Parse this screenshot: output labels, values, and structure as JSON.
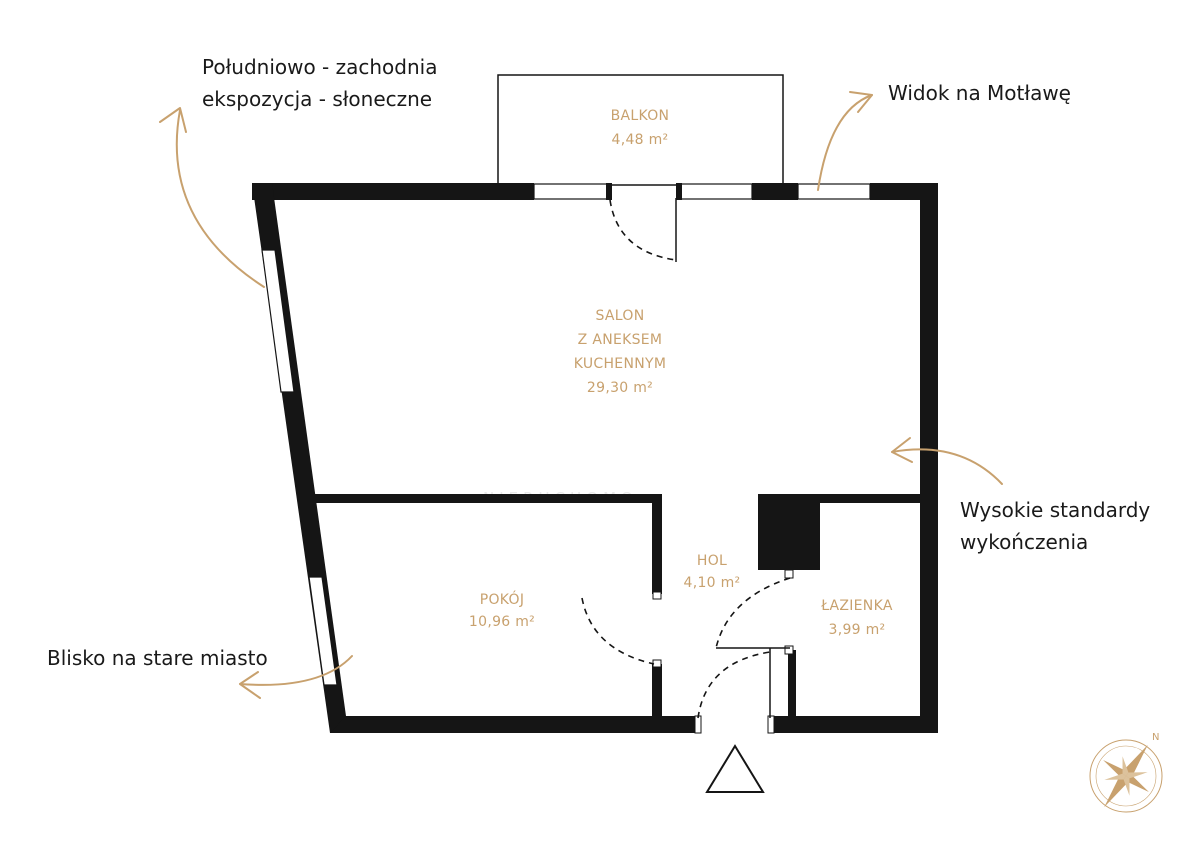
{
  "annotations": {
    "exposure_line1": "Południowo - zachodnia",
    "exposure_line2": "ekspozycja - słoneczne",
    "view": "Widok na Motławę",
    "standards_line1": "Wysokie standardy",
    "standards_line2": "wykończenia",
    "old_town": "Blisko na stare miasto"
  },
  "rooms": {
    "balkon": {
      "name": "BALKON",
      "area": "4,48 m²"
    },
    "salon": {
      "line1": "SALON",
      "line2": "Z ANEKSEM",
      "line3": "KUCHENNYM",
      "area": "29,30 m²"
    },
    "hol": {
      "name": "HOL",
      "area": "4,10 m²"
    },
    "pokoj": {
      "name": "POKÓJ",
      "area": "10,96 m²"
    },
    "lazienka": {
      "name": "ŁAZIENKA",
      "area": "3,99 m²"
    }
  },
  "watermark": "NIERUCHOMO",
  "compass": {
    "north_label": "N"
  },
  "colors": {
    "wall": "#151515",
    "accent": "#c8a16e",
    "text": "#1a1a1a"
  },
  "icons": [
    "entrance-triangle-icon",
    "compass-rose-icon",
    "curved-arrow-icon"
  ]
}
